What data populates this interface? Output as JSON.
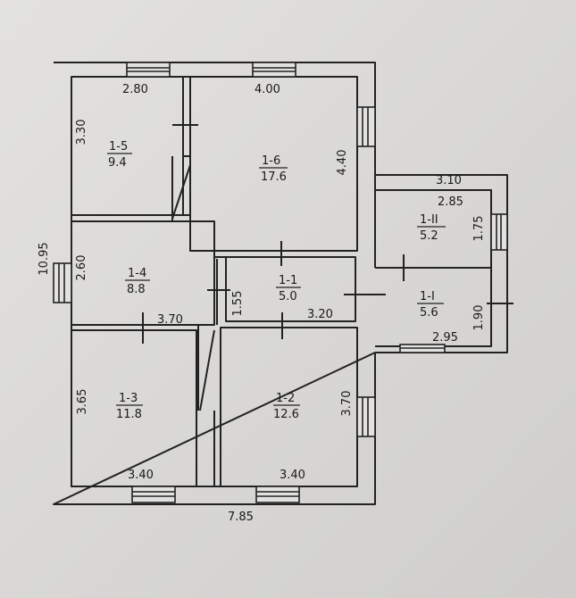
{
  "plan": {
    "overall_width": "7.85",
    "overall_length": "10.95",
    "annex_width": "3.10"
  },
  "rooms": [
    {
      "id": "1-5",
      "area": "9.4",
      "dims": [
        "2.80",
        "3.30"
      ]
    },
    {
      "id": "1-6",
      "area": "17.6",
      "dims": [
        "4.00",
        "4.40"
      ]
    },
    {
      "id": "1-4",
      "area": "8.8",
      "dims": [
        "2.60",
        "3.70"
      ]
    },
    {
      "id": "1-1",
      "area": "5.0",
      "dims": [
        "1.55",
        "3.20"
      ]
    },
    {
      "id": "1-3",
      "area": "11.8",
      "dims": [
        "3.65",
        "3.40"
      ]
    },
    {
      "id": "1-2",
      "area": "12.6",
      "dims": [
        "3.70",
        "3.40"
      ]
    },
    {
      "id": "1-II",
      "area": "5.2",
      "dims": [
        "2.85",
        "1.75"
      ]
    },
    {
      "id": "1-I",
      "area": "5.6",
      "dims": [
        "1.90",
        "2.95"
      ]
    }
  ]
}
